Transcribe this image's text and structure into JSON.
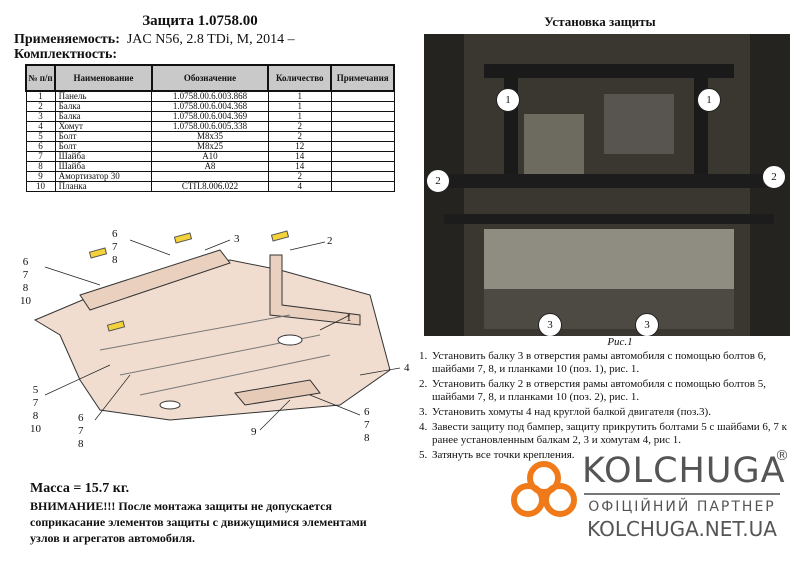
{
  "header": {
    "title": "Защита 1.0758.00",
    "applicability_label": "Применяемость:",
    "applicability_value": "JAC N56, 2.8 TDi, M, 2014 –",
    "kit_label": "Комплектность:"
  },
  "table": {
    "columns": [
      "№ п/п",
      "Наименование",
      "Обозначение",
      "Количество",
      "Примечания"
    ],
    "rows": [
      {
        "n": "1",
        "name": "Панель",
        "code": "1.0758.00.6.003.868",
        "qty": "1",
        "note": ""
      },
      {
        "n": "2",
        "name": "Балка",
        "code": "1.0758.00.6.004.368",
        "qty": "1",
        "note": ""
      },
      {
        "n": "3",
        "name": "Балка",
        "code": "1.0758.00.6.004.369",
        "qty": "1",
        "note": ""
      },
      {
        "n": "4",
        "name": "Хомут",
        "code": "1.0758.00.6.005.338",
        "qty": "2",
        "note": ""
      },
      {
        "n": "5",
        "name": "Болт",
        "code": "M8x35",
        "qty": "2",
        "note": ""
      },
      {
        "n": "6",
        "name": "Болт",
        "code": "M8x25",
        "qty": "12",
        "note": ""
      },
      {
        "n": "7",
        "name": "Шайба",
        "code": "A10",
        "qty": "14",
        "note": ""
      },
      {
        "n": "8",
        "name": "Шайба",
        "code": "A8",
        "qty": "14",
        "note": ""
      },
      {
        "n": "9",
        "name": "Амортизатор 30",
        "code": "",
        "qty": "2",
        "note": ""
      },
      {
        "n": "10",
        "name": "Планка",
        "code": "СТП.8.006.022",
        "qty": "4",
        "note": ""
      }
    ]
  },
  "diagram_callouts": {
    "a": "6\n7\n8",
    "b": "3",
    "c": "2",
    "d": "6\n7\n8\n10",
    "e": "1",
    "f": "4",
    "g": "5\n7\n8\n10",
    "h": "6\n7\n8",
    "i": "9",
    "j": "6\n7\n8"
  },
  "footer_left": {
    "mass": "Масса = 15.7 кг.",
    "warning": "ВНИМАНИЕ!!! После монтажа защиты не допускается соприкасание элементов защиты с движущимися элементами узлов и агрегатов автомобиля."
  },
  "installation": {
    "title": "Установка защиты",
    "photo_callouts": [
      "1",
      "1",
      "2",
      "2",
      "3",
      "3"
    ],
    "caption": "Рис.1",
    "steps": [
      "Установить балку 3 в отверстия рамы автомобиля с помощью болтов 6, шайбами 7, 8, и планками 10 (поз. 1), рис. 1.",
      "Установить балку 2 в отверстия рамы автомобиля с помощью болтов 5, шайбами 7, 8, и планками 10 (поз. 2), рис. 1.",
      "Установить хомуты 4 над круглой балкой двигателя (поз.3).",
      "Завести защиту под бампер, защиту прикрутить болтами 5 с шайбами 6, 7 к ранее установленным балкам 2, 3 и хомутам 4, рис 1.",
      "Затянуть все точки крепления."
    ]
  },
  "brand": {
    "name": "KOLCHUGA",
    "registered": "®",
    "tagline": "ОФІЦІЙНИЙ ПАРТНЕР",
    "url": "KOLCHUGA.NET.UA",
    "color": "#f07a1a"
  }
}
